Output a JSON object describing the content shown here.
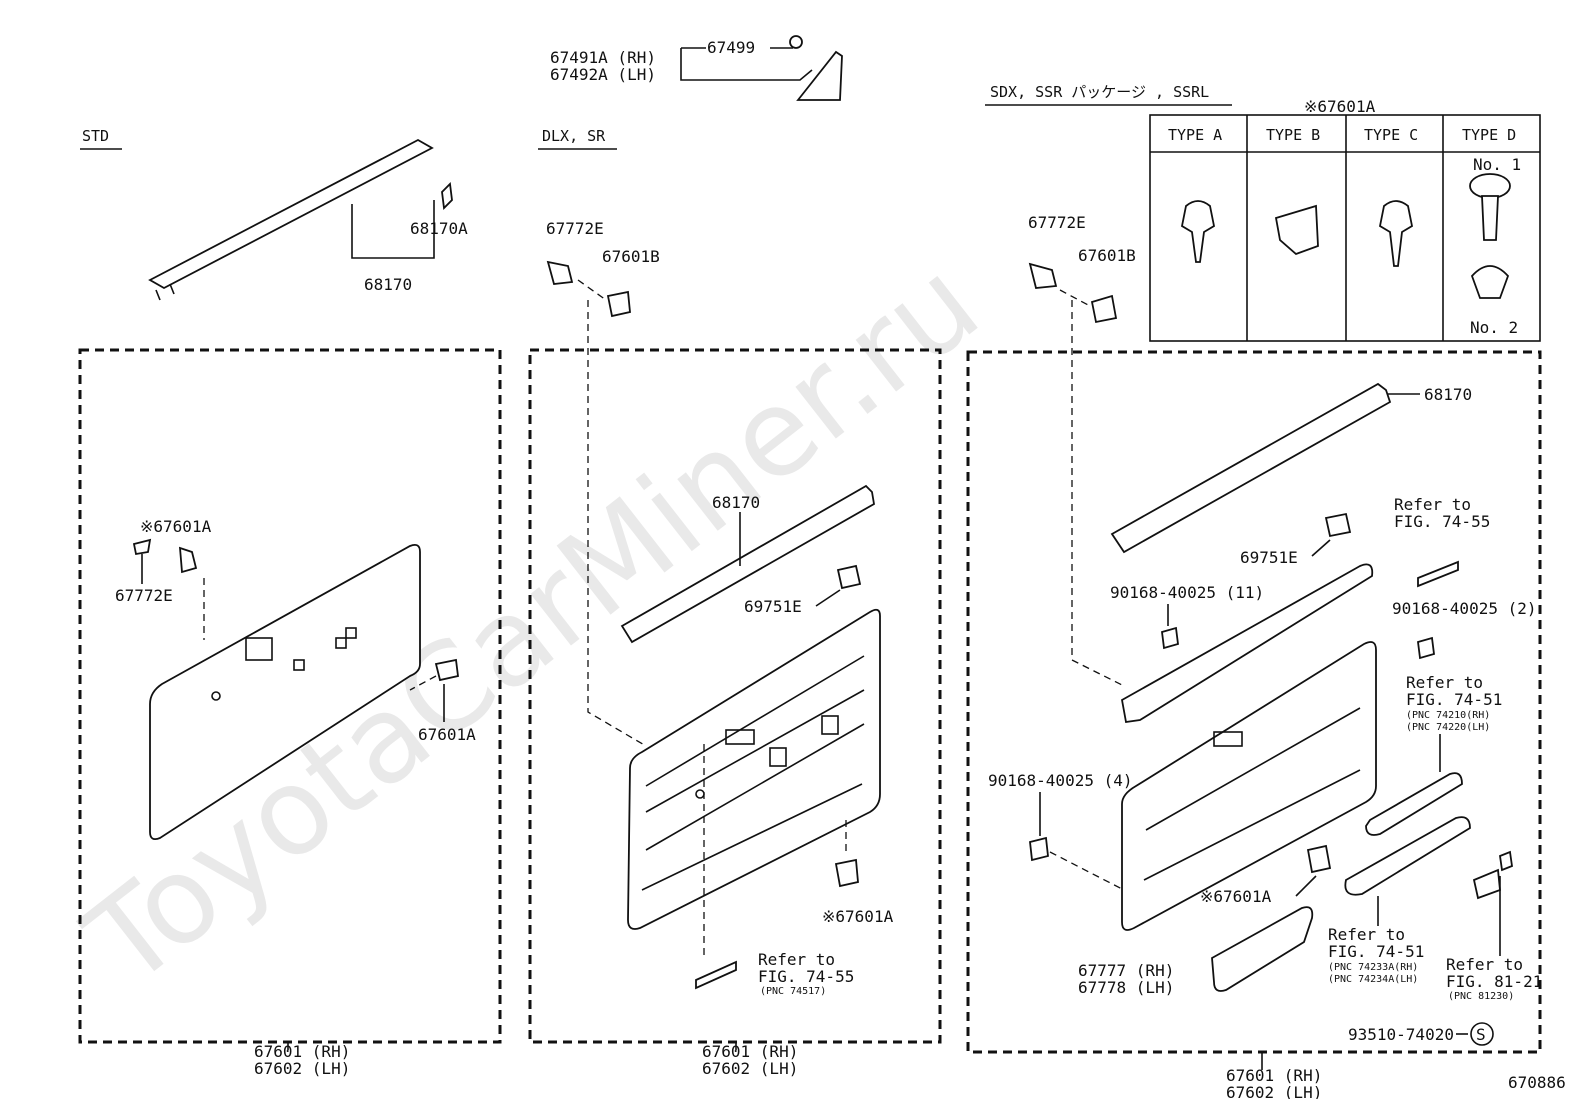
{
  "watermark": "ToyotaCarMiner.ru",
  "figure_id": "670886",
  "sections": {
    "std": {
      "header": "STD"
    },
    "dlx": {
      "header": "DLX, SR"
    },
    "sdx": {
      "header": "SDX, SSR パッケージ , SSRL"
    }
  },
  "top": {
    "rh": "67491A (RH)",
    "lh": "67492A (LH)",
    "screw": "67499"
  },
  "clip_table": {
    "title": "※67601A",
    "types": [
      "TYPE A",
      "TYPE B",
      "TYPE C",
      "TYPE D"
    ],
    "type_d_no1": "No. 1",
    "type_d_no2": "No. 2"
  },
  "std_labels": {
    "weatherstrip": "68170",
    "clip": "68170A",
    "clip_mark": "※67601A",
    "pin": "67772E",
    "fastener": "67601A",
    "panel_rh": "67601 (RH)",
    "panel_lh": "67602 (LH)"
  },
  "dlx_labels": {
    "pin": "67772E",
    "fastener_b": "67601B",
    "weatherstrip": "68170",
    "cover": "69751E",
    "fastener_a": "※67601A",
    "refer1": "Refer to",
    "refer2": "FIG. 74-55",
    "refer3": "(PNC 74517)",
    "panel_rh": "67601 (RH)",
    "panel_lh": "67602 (LH)"
  },
  "sdx_labels": {
    "pin": "67772E",
    "fastener_b": "67601B",
    "weatherstrip": "68170",
    "cover": "69751E",
    "refer_a1": "Refer to",
    "refer_a2": "FIG. 74-55",
    "screw11": "90168-40025 (11)",
    "screw2": "90168-40025 (2)",
    "refer_b1": "Refer to",
    "refer_b2": "FIG. 74-51",
    "refer_b3": "(PNC 74210(RH)",
    "refer_b4": "(PNC 74220(LH)",
    "screw4": "90168-40025 (4)",
    "fastener_a": "※67601A",
    "pocket_rh": "67777 (RH)",
    "pocket_lh": "67778 (LH)",
    "refer_c1": "Refer to",
    "refer_c2": "FIG. 74-51",
    "refer_c3": "(PNC 74233A(RH)",
    "refer_c4": "(PNC 74234A(LH)",
    "refer_d1": "Refer to",
    "refer_d2": "FIG. 81-21",
    "refer_d3": "(PNC 81230)",
    "bolt": "93510-74020",
    "bolt_mark": "S",
    "panel_rh": "67601 (RH)",
    "panel_lh": "67602 (LH)"
  }
}
